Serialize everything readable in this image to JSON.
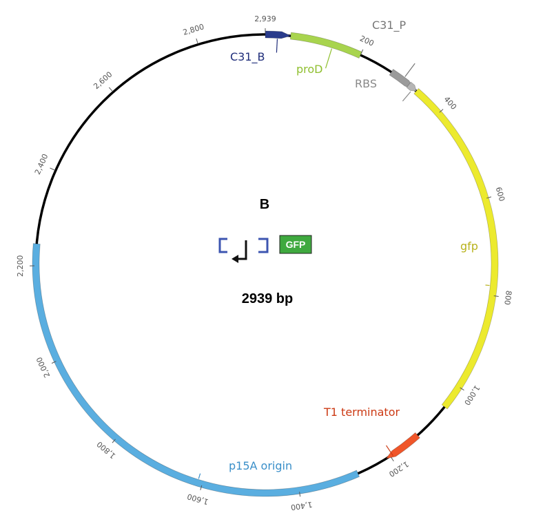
{
  "plasmid": {
    "title": "B",
    "size_label": "2939 bp",
    "length_bp": 2939,
    "backbone_color": "#000000"
  },
  "ticks": [
    {
      "bp": 200,
      "label": "200"
    },
    {
      "bp": 400,
      "label": "400"
    },
    {
      "bp": 600,
      "label": "600"
    },
    {
      "bp": 800,
      "label": "800"
    },
    {
      "bp": 1000,
      "label": "1,000"
    },
    {
      "bp": 1200,
      "label": "1,200"
    },
    {
      "bp": 1400,
      "label": "1,400"
    },
    {
      "bp": 1600,
      "label": "1,600"
    },
    {
      "bp": 1800,
      "label": "1,800"
    },
    {
      "bp": 2000,
      "label": "2,000"
    },
    {
      "bp": 2200,
      "label": "2,200"
    },
    {
      "bp": 2400,
      "label": "2,400"
    },
    {
      "bp": 2600,
      "label": "2,600"
    },
    {
      "bp": 2800,
      "label": "2,800"
    },
    {
      "bp": 2939,
      "label": "2,939"
    }
  ],
  "features": [
    {
      "name": "C31_B",
      "start": 2939,
      "end": 52,
      "color": "#2a3c8c",
      "label_color": "#1f2d7a",
      "arrow": true
    },
    {
      "name": "proD",
      "start": 52,
      "end": 200,
      "color": "#a8d44e",
      "label_color": "#8fbf2e",
      "arrow": false
    },
    {
      "name": "C31_P",
      "start": 272,
      "end": 330,
      "color": "#9a9a9a",
      "label_color": "#777777",
      "arrow": true
    },
    {
      "name": "RBS",
      "start": 316,
      "end": 336,
      "color": "#b5b5b5",
      "label_color": "#888888",
      "arrow": true
    },
    {
      "name": "gfp",
      "start": 336,
      "end": 1050,
      "color": "#ecea2e",
      "label_color": "#b8b21c",
      "arrow": false
    },
    {
      "name": "T1 terminator",
      "start": 1130,
      "end": 1210,
      "color": "#f0562a",
      "label_color": "#cc3a14",
      "arrow": true
    },
    {
      "name": "p15A origin",
      "start": 1275,
      "end": 2245,
      "color": "#5aaee0",
      "label_color": "#3a8fc9",
      "arrow": false
    }
  ],
  "icons": {
    "promoter_color": "#111111",
    "bracket_color": "#3d55b0",
    "gfp_box_color": "#3fa93f",
    "gfp_box_label": "GFP"
  }
}
